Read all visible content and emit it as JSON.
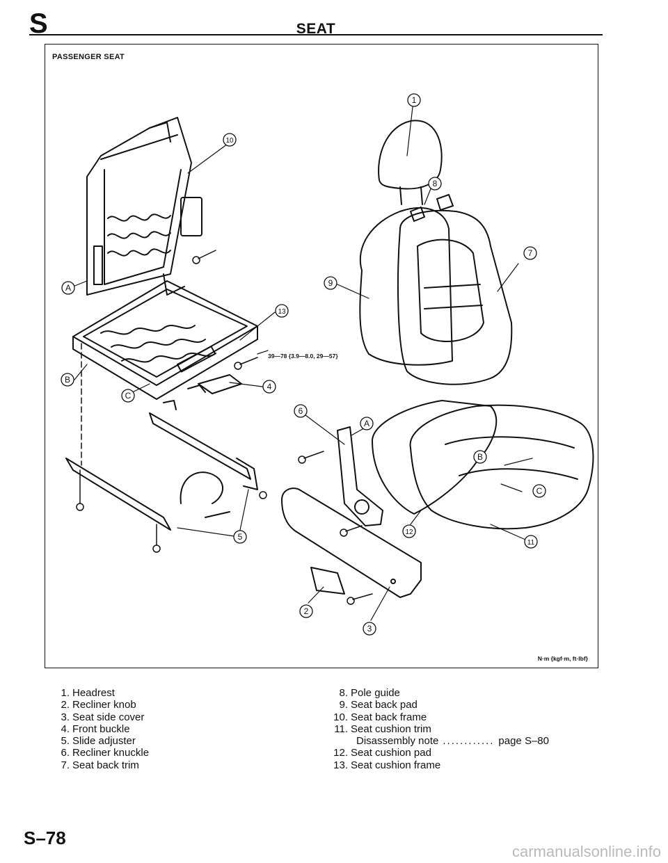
{
  "header": {
    "section_letter": "S",
    "title": "SEAT"
  },
  "figure": {
    "title": "PASSENGER SEAT",
    "torque_spec": "39—78 {3.9—8.0, 29—57}",
    "units": "N·m {kgf·m, ft·lbf}",
    "callouts": {
      "c1": "1",
      "c2": "2",
      "c3": "3",
      "c4": "4",
      "c5": "5",
      "c6": "6",
      "c7": "7",
      "c8": "8",
      "c9": "9",
      "c10": "10",
      "c11": "11",
      "c12": "12",
      "c13": "13",
      "cA1": "A",
      "cA2": "A",
      "cB1": "B",
      "cB2": "B",
      "cC1": "C",
      "cC2": "C"
    }
  },
  "parts_left": [
    {
      "num": "1.",
      "name": "Headrest"
    },
    {
      "num": "2.",
      "name": "Recliner knob"
    },
    {
      "num": "3.",
      "name": "Seat side cover"
    },
    {
      "num": "4.",
      "name": "Front buckle"
    },
    {
      "num": "5.",
      "name": "Slide adjuster"
    },
    {
      "num": "6.",
      "name": "Recliner knuckle"
    },
    {
      "num": "7.",
      "name": "Seat back trim"
    }
  ],
  "parts_right": [
    {
      "num": "8.",
      "name": "Pole guide"
    },
    {
      "num": "9.",
      "name": "Seat back pad"
    },
    {
      "num": "10.",
      "name": "Seat back frame"
    },
    {
      "num": "11.",
      "name": "Seat cushion trim"
    }
  ],
  "disassembly_note": {
    "label": "Disassembly note",
    "dots": "............",
    "ref": "page S–80"
  },
  "parts_right_more": [
    {
      "num": "12.",
      "name": "Seat cushion pad"
    },
    {
      "num": "13.",
      "name": "Seat cushion frame"
    }
  ],
  "footer": {
    "page_number": "S–78"
  },
  "watermark": "carmanualsonline.info"
}
